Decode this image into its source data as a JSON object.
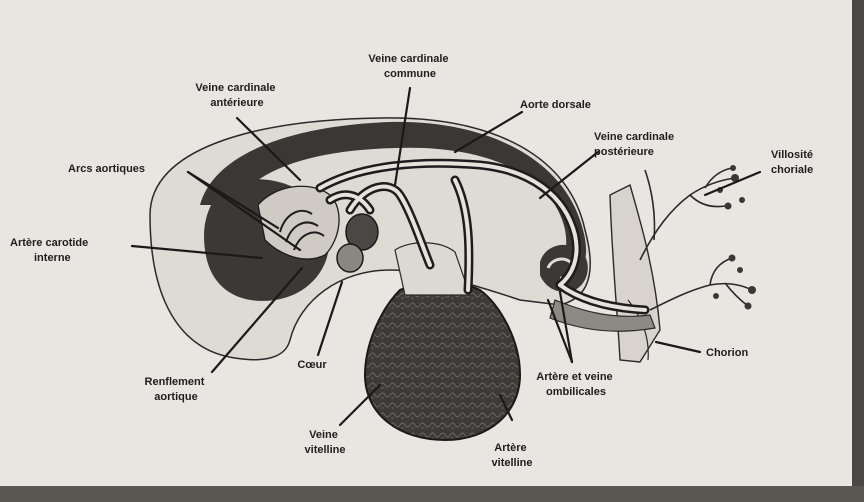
{
  "labels": {
    "veine_cardinale_commune": [
      "Veine cardinale",
      "commune"
    ],
    "veine_cardinale_anterieure": [
      "Veine cardinale",
      "antérieure"
    ],
    "aorte_dorsale": [
      "Aorte dorsale"
    ],
    "veine_cardinale_posterieure": [
      "Veine cardinale",
      "postérieure"
    ],
    "villosite_choriale": [
      "Villosité",
      "choriale"
    ],
    "arcs_aortiques": [
      "Arcs aortiques"
    ],
    "artere_carotide_interne": [
      "Artère carotide",
      "interne"
    ],
    "chorion": [
      "Chorion"
    ],
    "renflement_aortique": [
      "Renflement",
      "aortique"
    ],
    "coeur": [
      "Cœur"
    ],
    "artere_veine_ombilicales": [
      "Artère et veine",
      "ombilicales"
    ],
    "veine_vitelline": [
      "Veine",
      "vitelline"
    ],
    "artere_vitelline": [
      "Artère",
      "vitelline"
    ]
  },
  "colors": {
    "paper": "#e9e6e1",
    "ink": "#1a1a1a",
    "embryo_light": "#dcd8d2",
    "embryo_dark": "#3d3b38"
  }
}
